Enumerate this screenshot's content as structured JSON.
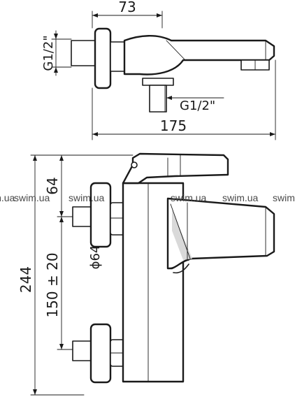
{
  "dimensions": {
    "top_width": "73",
    "inlet_thread_left": "G1/2\"",
    "outlet_thread": "G1/2\"",
    "total_depth": "175",
    "total_height": "244",
    "upper_offset": "64",
    "centre_distance": "150 ± 20",
    "rosette_diameter": "ϕ64"
  },
  "watermark": {
    "text": "swim.ua",
    "color": "#4a4a4a",
    "count": 6
  },
  "colors": {
    "line": "#1a1a1a",
    "background": "#ffffff"
  }
}
